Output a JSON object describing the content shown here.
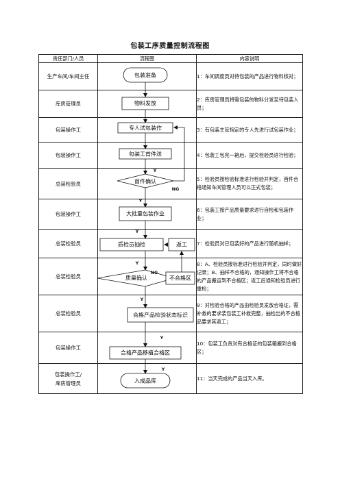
{
  "title": "包装工序质量控制流程图",
  "headers": {
    "dept": "责任部门/人员",
    "chart": "流程图",
    "desc": "内容说明"
  },
  "rows": [
    {
      "dept": "生产车间/车间主任",
      "desc": "1：车间调度员对待包装的产品进行物料核对；"
    },
    {
      "dept": "库房管理员",
      "desc": "2：库房管理员将需包装的物料分发至待包装人员；"
    },
    {
      "dept": "包装操作工",
      "desc": "3：有包装主管指定的专人先进行试包装作业；"
    },
    {
      "dept": "包装操作工",
      "desc": "4：包装工包完一箱后，提交检验员进行检验；"
    },
    {
      "dept": "总装检验员",
      "desc": "5：检验员按检验标准进行检验并判定，首件合格通知车间管理人员可以正式包装；"
    },
    {
      "dept": "包装操作工",
      "desc": "6：包装工按产品质量要求进行自检和包装作业；"
    },
    {
      "dept": "总装检验员",
      "desc": "7：检验员对已包装好的产品进行随机抽样；"
    },
    {
      "dept": "总装检验员",
      "desc": "8：A、检验员按标准进行检验并判定，同时做好记录；B、抽样不合格的，通知操作工将不合格的产品搬运到不合格区；返工后通知检验员进行重检；"
    },
    {
      "dept": "总装检验员",
      "desc": "9：对检验合格的产品由检验员发放合格证，需补救的要求装包装工补救完整，抽检出的不合格品要求其返工；"
    },
    {
      "dept": "包装操作工",
      "desc": "10：包装工负责对有合格证的包装箱搬到合格区；"
    },
    {
      "dept": "包装操作工/\n库房管理员",
      "desc": "11：当天完成的产品当天入库。"
    }
  ],
  "nodes": {
    "prep": "包装准备",
    "issue": "物料发放",
    "trial": "专人试包装作",
    "first_send": "包装工首件送",
    "first_check": "首件确认",
    "mass": "大批量包装作业",
    "sample": "质检员抽检",
    "rework": "返工",
    "quality": "质量确认",
    "reject": "不合格区",
    "cert": "合格产品检验状态标识",
    "move": "合格产品移植合格区",
    "store": "入成品库"
  },
  "branch_labels": {
    "yes": "Y",
    "no": "NG"
  }
}
